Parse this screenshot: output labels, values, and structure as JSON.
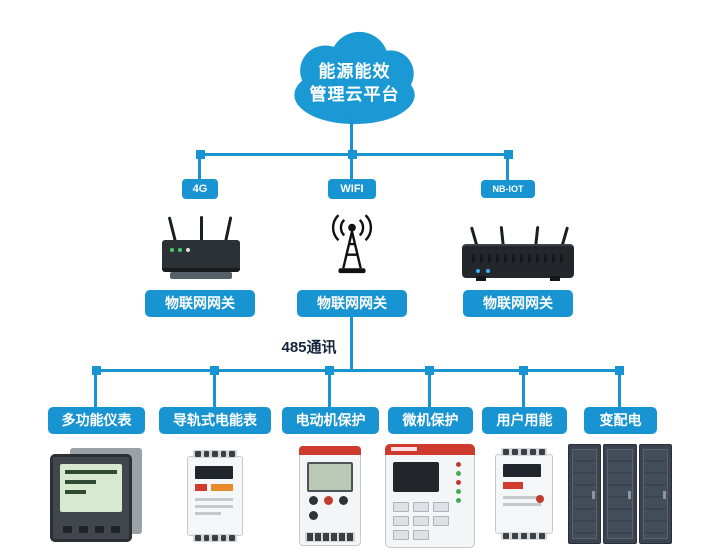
{
  "diagram": {
    "cloud": {
      "line1": "能源能效",
      "line2": "管理云平台"
    },
    "connections": [
      {
        "badge": "4G",
        "gateway_label": "物联网网关",
        "image": "small-router-gateway"
      },
      {
        "badge": "WIFI",
        "gateway_label": "物联网网关",
        "image": "antenna-gateway"
      },
      {
        "badge": "NB-IOT",
        "gateway_label": "物联网网关",
        "image": "large-router-gateway"
      }
    ],
    "bus_label": "485通讯",
    "devices": [
      {
        "label": "多功能仪表",
        "image": "multifunction-power-meter"
      },
      {
        "label": "导轨式电能表",
        "image": "din-rail-energy-meter"
      },
      {
        "label": "电动机保护",
        "image": "motor-protection-device"
      },
      {
        "label": "微机保护",
        "image": "microcomputer-protection-device"
      },
      {
        "label": "用户用能",
        "image": "user-energy-meter"
      },
      {
        "label": "变配电",
        "image": "power-distribution-cabinets"
      }
    ],
    "colors": {
      "primary_blue": "#1794d1",
      "dark_text": "#15243d",
      "background": "#ffffff"
    }
  }
}
